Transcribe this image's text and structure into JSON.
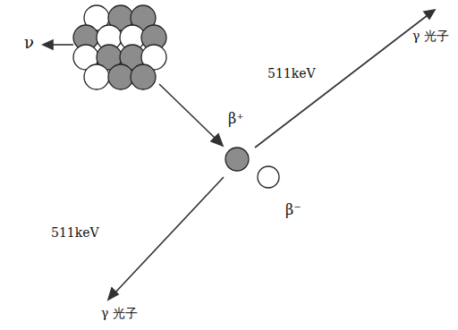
{
  "diagram": {
    "labels": [
      "ν",
      "γ 光子",
      "511keV",
      "β⁺",
      "β⁻",
      "511keV",
      "γ 光子"
    ]
  }
}
